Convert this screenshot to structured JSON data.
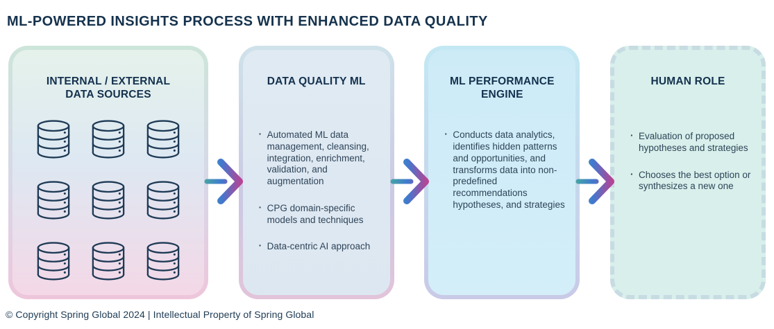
{
  "title": "ML-POWERED INSIGHTS PROCESS WITH ENHANCED DATA QUALITY",
  "footer": "© Copyright Spring Global 2024 | Intellectual Property of Spring Global",
  "panels": [
    {
      "id": "data-sources",
      "title": "INTERNAL / EXTERNAL DATA SOURCES",
      "title_lines": [
        "INTERNAL / EXTERNAL",
        "DATA SOURCES"
      ],
      "icon": "database-icon",
      "icon_count": 9,
      "bullets": []
    },
    {
      "id": "data-quality-ml",
      "title": "DATA QUALITY ML",
      "title_lines": [
        "DATA QUALITY ML"
      ],
      "bullets": [
        "Automated ML data management, cleansing, integration, enrichment, validation, and augmentation",
        "CPG domain-specific models and techniques",
        "Data-centric AI approach"
      ]
    },
    {
      "id": "ml-performance-engine",
      "title": "ML PERFORMANCE ENGINE",
      "title_lines": [
        "ML PERFORMANCE",
        "ENGINE"
      ],
      "bullets": [
        "Conducts data analytics, identifies hidden patterns and opportunities, and transforms data into non-predefined recommendations hypotheses, and strategies"
      ]
    },
    {
      "id": "human-role",
      "title": "HUMAN ROLE",
      "title_lines": [
        "HUMAN ROLE"
      ],
      "bullets": [
        "Evaluation of proposed hypotheses and strategies",
        "Chooses the best option or synthesizes a new one"
      ]
    }
  ],
  "icons": {
    "database": "database-icon",
    "flow_arrow": "arrow-right-icon"
  },
  "colors": {
    "heading_text": "#15324d",
    "body_text": "#2e4458",
    "arrow_teal": "#46a6a4",
    "arrow_blue": "#4079cf",
    "arrow_magenta": "#c43e8e",
    "panel1_bg_top": "#e5f2eb",
    "panel1_bg_mid": "#dde8f2",
    "panel1_bg_bottom": "#f4d8e7",
    "panel2_bg": "#dee8f2",
    "panel3_bg": "#cdebf7",
    "panel4_bg": "#d8efeb",
    "panel4_dash_border": "#c7dbe2"
  }
}
